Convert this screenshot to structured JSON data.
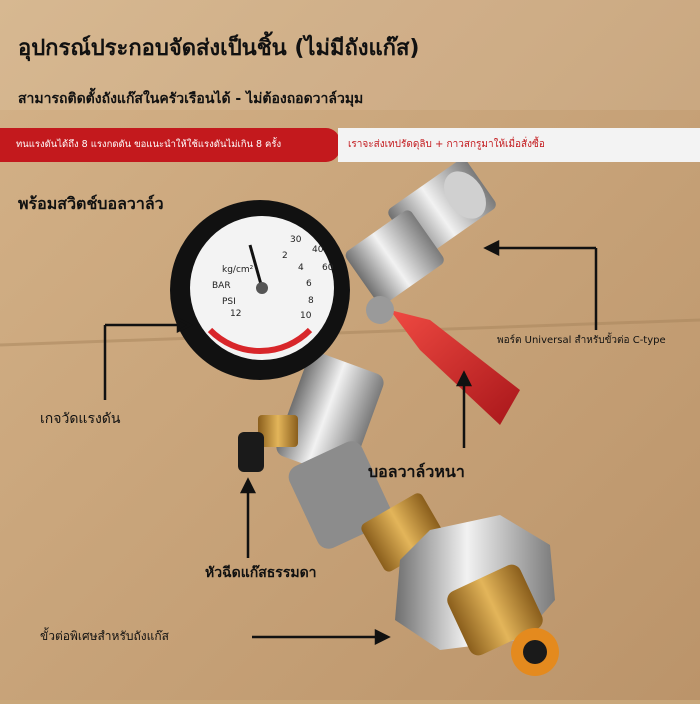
{
  "title": "อุปกรณ์ประกอบจัดส่งเป็นชิ้น (ไม่มีถังแก๊ส)",
  "subtitle": "สามารถติดตั้งถังแก๊สในครัวเรือนได้ - ไม่ต้องถอดวาล์วมุม",
  "banner_left": "ทนแรงดันได้ถึง 8 แรงกดดัน ขอแนะนำให้ใช้แรงดันไม่เกิน 8 ครั้ง",
  "banner_right": "เราจะส่งเทปรัดดุลิบ + กาวสกรูมาให้เมื่อสั่งซื้อ",
  "labels": {
    "ball_valve_switch": "พร้อมสวิตช์บอลวาล์ว",
    "pressure_gauge": "เกจวัดแรงดัน",
    "thick_ball_valve": "บอลวาล์วหนา",
    "universal_port": "พอร์ต Universal สำหรับขั้วต่อ C-type",
    "gas_nozzle": "หัวฉีดแก๊สธรรมดา",
    "special_connector": "ขั้วต่อพิเศษสำหรับถังแก๊ส"
  },
  "gauge": {
    "outer_scale": [
      "30",
      "40",
      "60"
    ],
    "inner_scale": [
      "2",
      "4",
      "6",
      "8",
      "10",
      "12"
    ],
    "unit_labels": [
      "kg/cm²",
      "BAR",
      "PSI"
    ]
  },
  "colors": {
    "background": "#c9a77a",
    "banner": "#c3191d",
    "valve_handle": "#d8262a",
    "brass": "#c8953a"
  }
}
